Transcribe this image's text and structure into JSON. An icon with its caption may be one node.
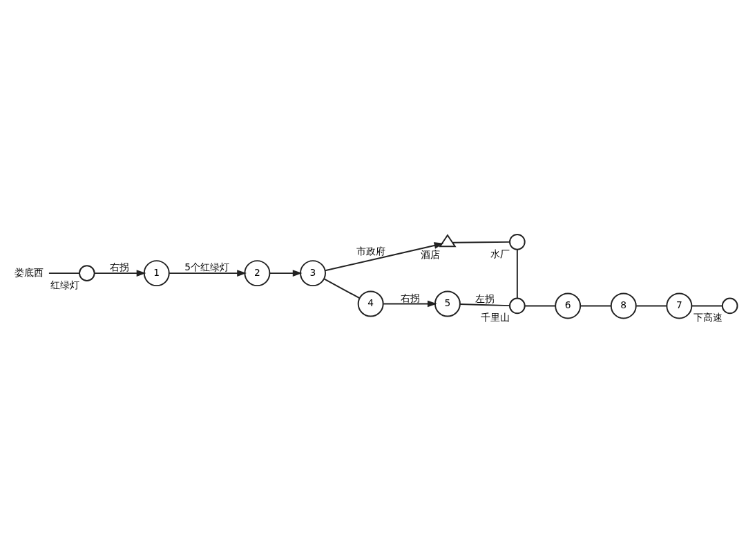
{
  "diagram": {
    "nodes": [
      {
        "text": [
          "娄底西"
        ]
      },
      {
        "text": [],
        "shape": "circle",
        "beside": [
          "红绿灯"
        ]
      },
      {
        "text": [
          "1"
        ]
      },
      {
        "text": [
          "2"
        ]
      },
      {
        "text": [
          "3"
        ]
      },
      {
        "text": [
          "4"
        ]
      },
      {
        "text": [
          "5"
        ]
      },
      {
        "text": [],
        "shape": "circle",
        "beside": [
          "千里山"
        ]
      },
      {
        "text": [],
        "shape": "triangle",
        "beside": [
          "酒店"
        ]
      },
      {
        "text": [],
        "shape": "circle",
        "beside": [
          "水厂"
        ]
      },
      {
        "text": [
          "6"
        ]
      },
      {
        "text": [
          "8"
        ]
      },
      {
        "text": [
          "7"
        ]
      },
      {
        "text": [],
        "shape": "circle",
        "beside": [
          "下高速"
        ]
      }
    ],
    "edges": [
      {
        "from": 0,
        "to": 1,
        "arrow": "none"
      },
      {
        "from": 1,
        "to": 2,
        "arrow": "to",
        "label": "右拐"
      },
      {
        "from": 2,
        "to": 3,
        "arrow": "to",
        "label": "5个红绿灯"
      },
      {
        "from": 3,
        "to": 4,
        "arrow": "to"
      },
      {
        "from": 4,
        "to": 5,
        "arrow": "none"
      },
      {
        "from": 5,
        "to": 6,
        "arrow": "to",
        "label": "右拐"
      },
      {
        "from": 6,
        "to": 7,
        "arrow": "none",
        "label": "左拐"
      },
      {
        "from": 4,
        "to": 8,
        "arrow": "to",
        "label": "市政府"
      },
      {
        "from": 8,
        "to": 9,
        "arrow": "none"
      },
      {
        "from": 9,
        "to": 7,
        "arrow": "none"
      },
      {
        "from": 7,
        "to": 10,
        "arrow": "none"
      },
      {
        "from": 10,
        "to": 11,
        "arrow": "none"
      },
      {
        "from": 11,
        "to": 12,
        "arrow": "none"
      },
      {
        "from": 12,
        "to": 13,
        "arrow": "none"
      }
    ]
  }
}
